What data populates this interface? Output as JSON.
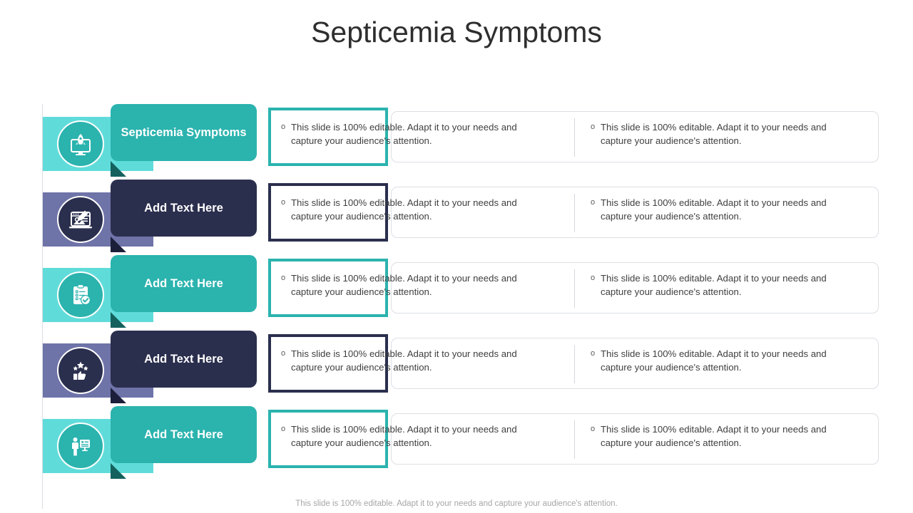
{
  "slide": {
    "title": "Septicemia Symptoms",
    "footer_note": "This slide is 100% editable. Adapt it to your needs and capture your audience's attention.",
    "bullet_glyph": "o",
    "colors": {
      "teal_dark": "#2BB3AE",
      "teal_light": "#5FDCDA",
      "teal_shadow": "#14615E",
      "navy": "#2B2F4E",
      "navy_shadow": "#1B1F3A",
      "purple": "#6E73A8",
      "title_text": "#2E2E2E",
      "body_text": "#404040",
      "border": "#DCDFE4",
      "footer_text": "#A6A6A6"
    }
  },
  "rows": [
    {
      "label": "Septicemia Symptoms",
      "theme": "teal",
      "icon": "rocket-monitor-icon",
      "left_text": "This slide is 100% editable. Adapt it to your needs and capture your audience's attention.",
      "right_text": "This slide is 100% editable. Adapt it to your needs and capture your audience's attention."
    },
    {
      "label": "Add Text Here",
      "theme": "navy",
      "icon": "design-browser-icon",
      "left_text": "This slide is 100% editable. Adapt it to your needs and capture your audience's attention.",
      "right_text": "This slide is 100% editable. Adapt it to your needs and capture your audience's attention."
    },
    {
      "label": "Add Text Here",
      "theme": "teal",
      "icon": "clipboard-check-icon",
      "left_text": "This slide is 100% editable. Adapt it to your needs and capture your audience's attention.",
      "right_text": "This slide is 100% editable. Adapt it to your needs and capture your audience's attention."
    },
    {
      "label": "Add Text Here",
      "theme": "navy",
      "icon": "thumbs-up-stars-icon",
      "left_text": "This slide is 100% editable. Adapt it to your needs and capture your audience's attention.",
      "right_text": "This slide is 100% editable. Adapt it to your needs and capture your audience's attention."
    },
    {
      "label": "Add Text Here",
      "theme": "teal",
      "icon": "presenter-board-icon",
      "left_text": "This slide is 100% editable. Adapt it to your needs and capture your audience's attention.",
      "right_text": "This slide is 100% editable. Adapt it to your needs and capture your audience's attention."
    }
  ]
}
